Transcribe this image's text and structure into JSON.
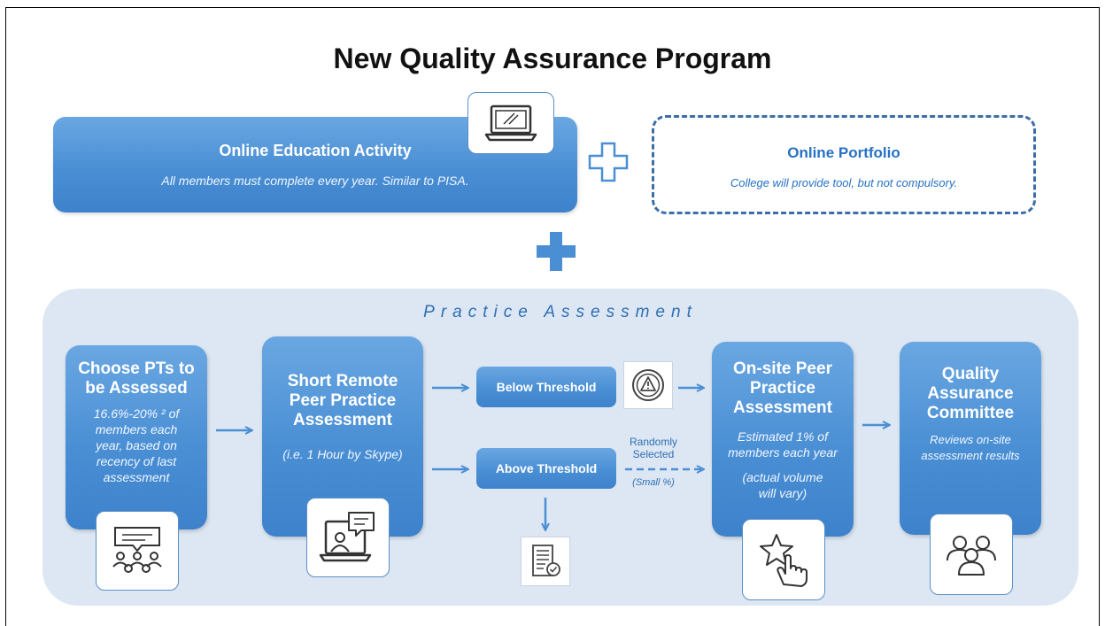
{
  "title": "New Quality Assurance Program",
  "online_education": {
    "title": "Online Education Activity",
    "subtitle": "All members must complete every year. Similar to PISA.",
    "icon": "laptop-icon"
  },
  "online_portfolio": {
    "title": "Online Portfolio",
    "subtitle": "College will provide tool, but not compulsory."
  },
  "practice_assessment": {
    "title": "Practice Assessment",
    "steps": [
      {
        "title_lines": [
          "Choose PTs to",
          "be Assessed"
        ],
        "desc_lines": [
          "16.6%-20% ² of",
          "members each",
          "year, based on",
          "recency of last",
          "assessment"
        ],
        "icon": "group-discussion-icon"
      },
      {
        "title_lines": [
          "Short Remote",
          "Peer Practice",
          "Assessment"
        ],
        "desc_lines": [
          "(i.e. 1 Hour by Skype)"
        ],
        "icon": "video-call-icon"
      },
      {
        "title_lines": [
          "On-site Peer",
          "Practice",
          "Assessment"
        ],
        "desc_lines": [
          "Estimated 1% of",
          "members each year"
        ],
        "desc2_lines": [
          "(actual volume",
          "will vary)"
        ],
        "icon": "star-tap-icon"
      },
      {
        "title_lines": [
          "Quality",
          "Assurance",
          "Committee"
        ],
        "desc_lines": [
          "Reviews on-site",
          "assessment results"
        ],
        "icon": "team-icon"
      }
    ],
    "below_threshold": "Below Threshold",
    "above_threshold": "Above Threshold",
    "randomly_selected_lines": [
      "Randomly",
      "Selected"
    ],
    "small_pct": "(Small %)"
  },
  "colors": {
    "accent": "#4a8fd4",
    "dark_accent": "#2f6fb3",
    "panel_bg": "#dce7f3"
  }
}
